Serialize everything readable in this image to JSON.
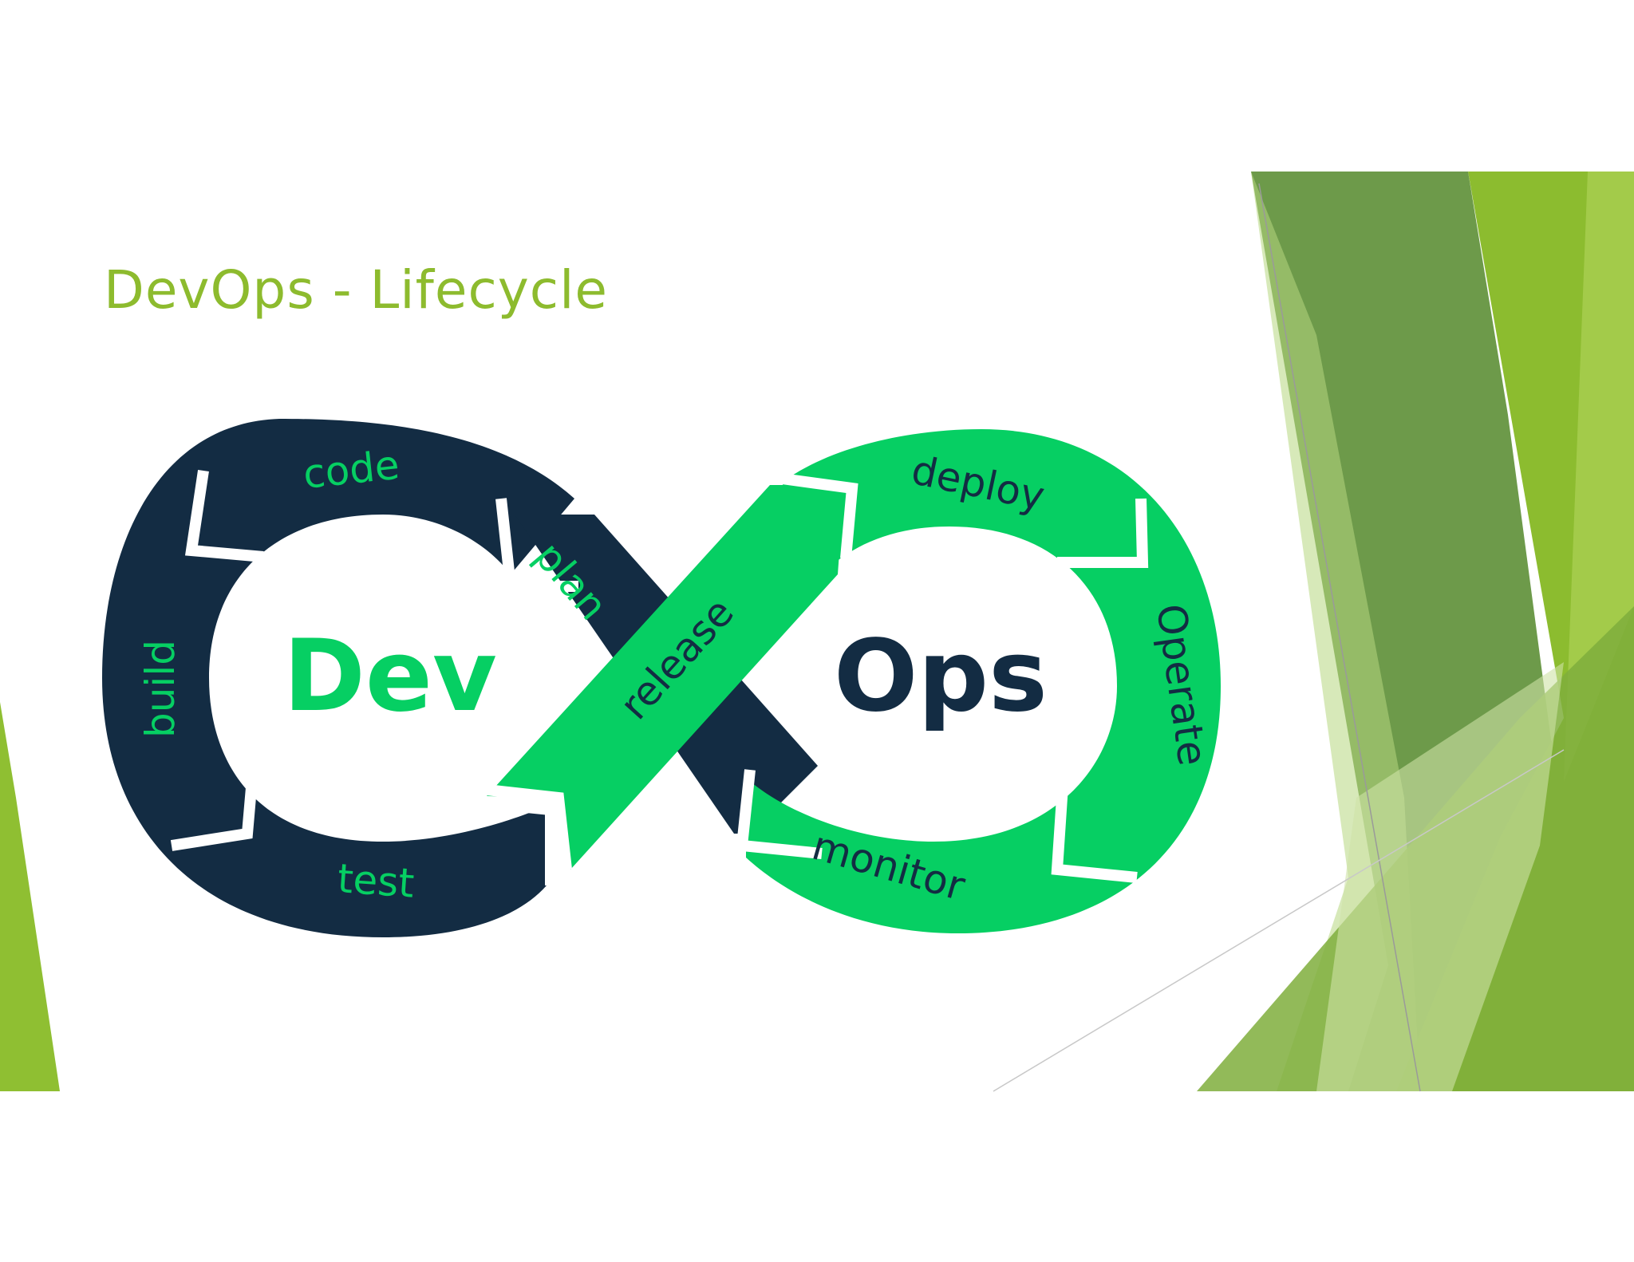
{
  "slide": {
    "title": "DevOps - Lifecycle"
  },
  "diagram": {
    "dev_label": "Dev",
    "ops_label": "Ops",
    "dev_stages": [
      "code",
      "plan",
      "build",
      "test"
    ],
    "ops_stages": [
      "deploy",
      "Operate",
      "monitor"
    ],
    "bridge_stage": "release"
  },
  "colors": {
    "dev": "#132c43",
    "ops": "#06cf63",
    "accent": "#8dbb2e",
    "dev_text": "#06cf63",
    "ops_text": "#132c43"
  }
}
